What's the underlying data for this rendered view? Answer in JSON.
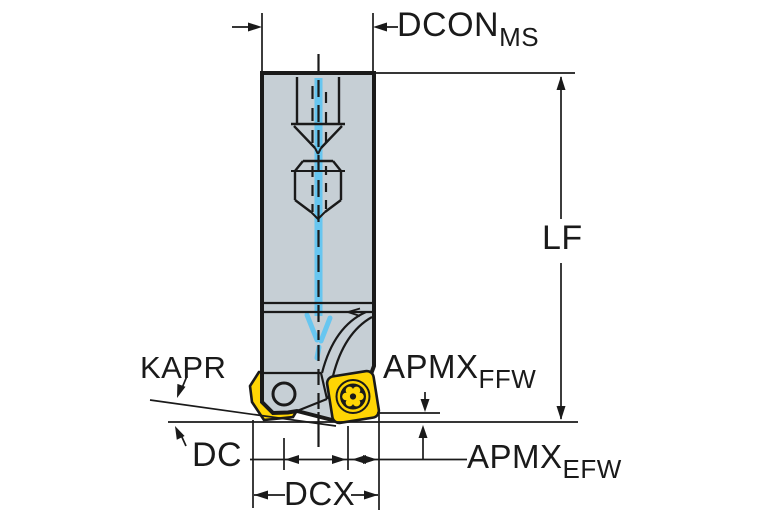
{
  "labels": {
    "dcon": {
      "main": "DCON",
      "sub": "MS"
    },
    "lf": {
      "main": "LF"
    },
    "kapr": {
      "main": "KAPR"
    },
    "apmx_ffw": {
      "main": "APMX",
      "sub": "FFW"
    },
    "apmx_efw": {
      "main": "APMX",
      "sub": "EFW"
    },
    "dc": {
      "main": "DC"
    },
    "dcx": {
      "main": "DCX"
    }
  },
  "colors": {
    "background": "#ffffff",
    "line": "#1a1a1a",
    "body": "#c6cfd5",
    "insert": "#ffd504",
    "coolant": "#67c6f0"
  }
}
